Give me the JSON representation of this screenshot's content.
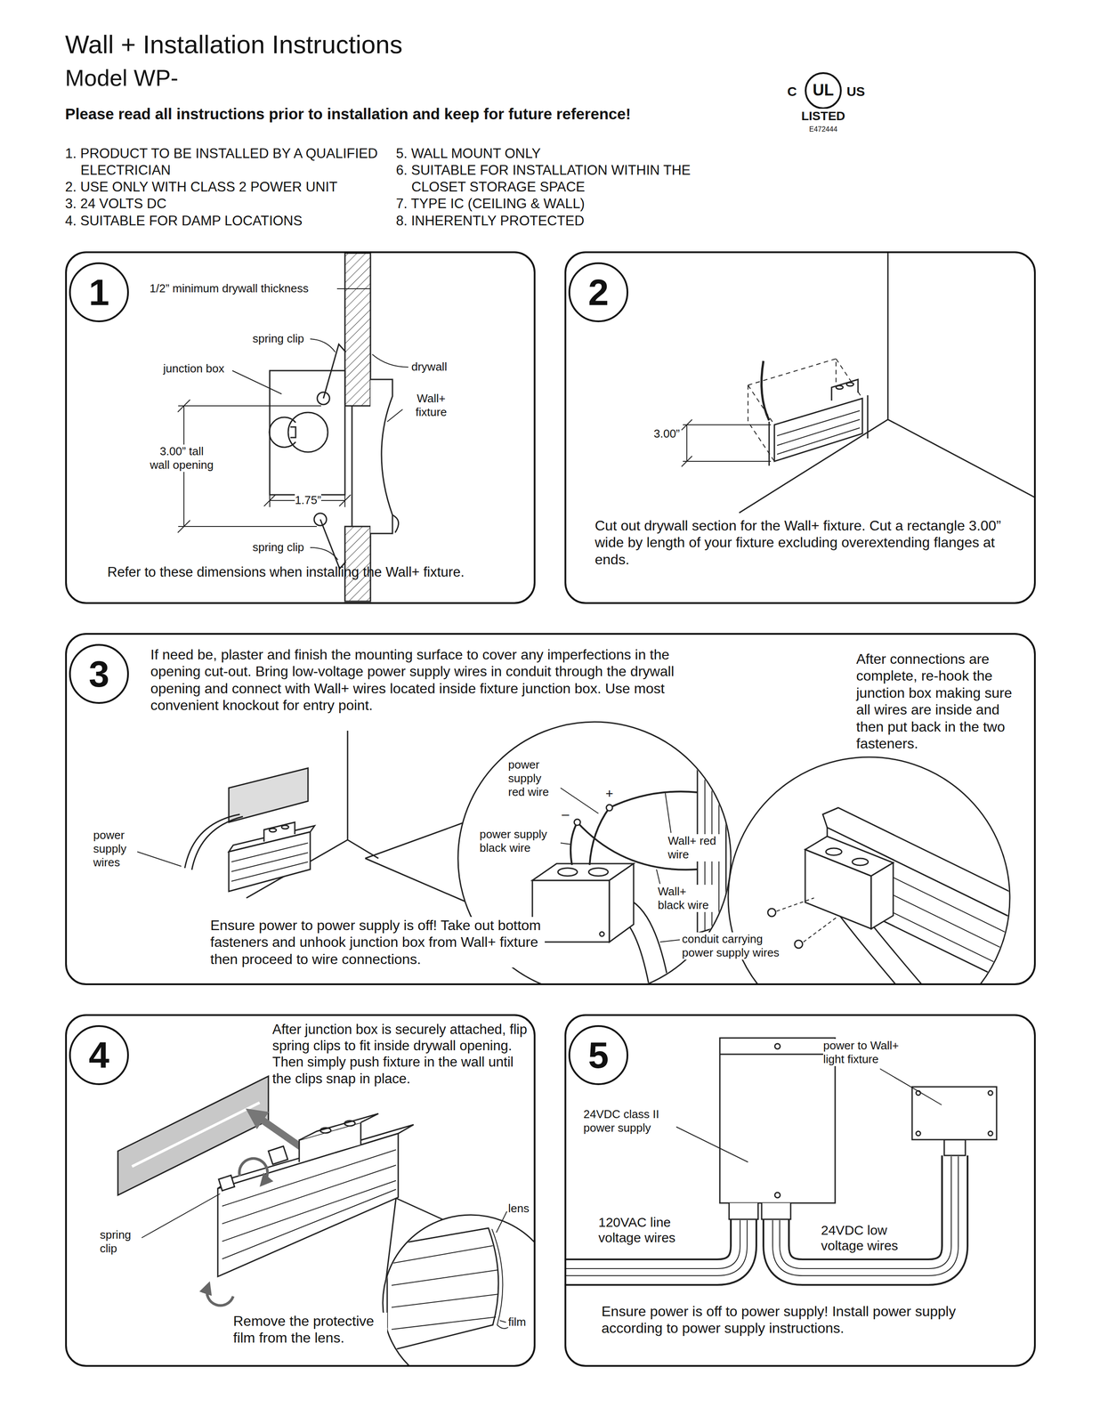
{
  "diagram": {
    "title": "Wall + Installation Instructions",
    "nodes": [
      {
        "text": [
          "Refer to these dimensions when installing the Wall+ fixture."
        ]
      },
      {
        "text": [
          "1"
        ],
        "in": 0
      },
      {
        "text": [
          "Cut out drywall section for the Wall+ fixture. Cut a rectangle 3.00” wide by length of your fixture excluding overextending flanges at ends."
        ]
      },
      {
        "text": [
          "2"
        ],
        "in": 2
      },
      {
        "text": [
          "If need be, plaster and finish the mounting surface to cover any imperfections in the opening cut-out. Bring low-voltage power supply wires in conduit through the drywall opening and connect with Wall+ wires located inside fixture junction box. Use most convenient knockout for entry point.",
          "Ensure power to power supply is off! Take out bottom fasteners and unhook junction box from Wall+ fixture then proceed to wire connections.",
          "After connections are complete, re-hook the junction box making sure all wires are inside and then put back in the two fasteners."
        ]
      },
      {
        "text": [
          "3"
        ],
        "in": 4
      },
      {
        "text": [
          "After junction box is securely attached, flip spring clips to fit inside drywall opening. Then simply push fixture in the wall until the clips snap in place.",
          "Remove the protective film from the lens."
        ]
      },
      {
        "text": [
          "4"
        ],
        "in": 6
      },
      {
        "text": [
          "Ensure power is off to power supply! Install power supply according to power supply instructions."
        ]
      },
      {
        "text": [
          "5"
        ],
        "in": 8
      }
    ],
    "labels": [
      "Model WP-",
      "Please read all instructions prior to installation and keep for future reference!",
      "1. PRODUCT TO BE INSTALLED BY A QUALIFIED ELECTRICIAN",
      "2. USE ONLY WITH CLASS 2 POWER UNIT",
      "3. 24 VOLTS DC",
      "4. SUITABLE FOR DAMP LOCATIONS",
      "5. WALL MOUNT ONLY",
      "6. SUITABLE FOR INSTALLATION WITHIN THE CLOSET STORAGE SPACE",
      "7. TYPE IC (CEILING & WALL)",
      "8. INHERENTLY PROTECTED",
      "C",
      "UL",
      "US",
      "LISTED",
      "E472444",
      "1/2” minimum drywall thickness",
      "spring clip",
      "junction box",
      "drywall",
      "Wall+ fixture",
      "3.00” tall wall opening",
      "1.75”",
      "spring clip",
      "3.00”",
      "power supply wires",
      "power supply red wire",
      "+",
      "–",
      "power supply black wire",
      "Wall+ red wire",
      "Wall+ black wire",
      "conduit carrying power supply wires",
      "spring clip",
      "lens",
      "film",
      "power to Wall+ light fixture",
      "24VDC class II power supply",
      "120VAC line voltage wires",
      "24VDC low voltage wires"
    ]
  }
}
